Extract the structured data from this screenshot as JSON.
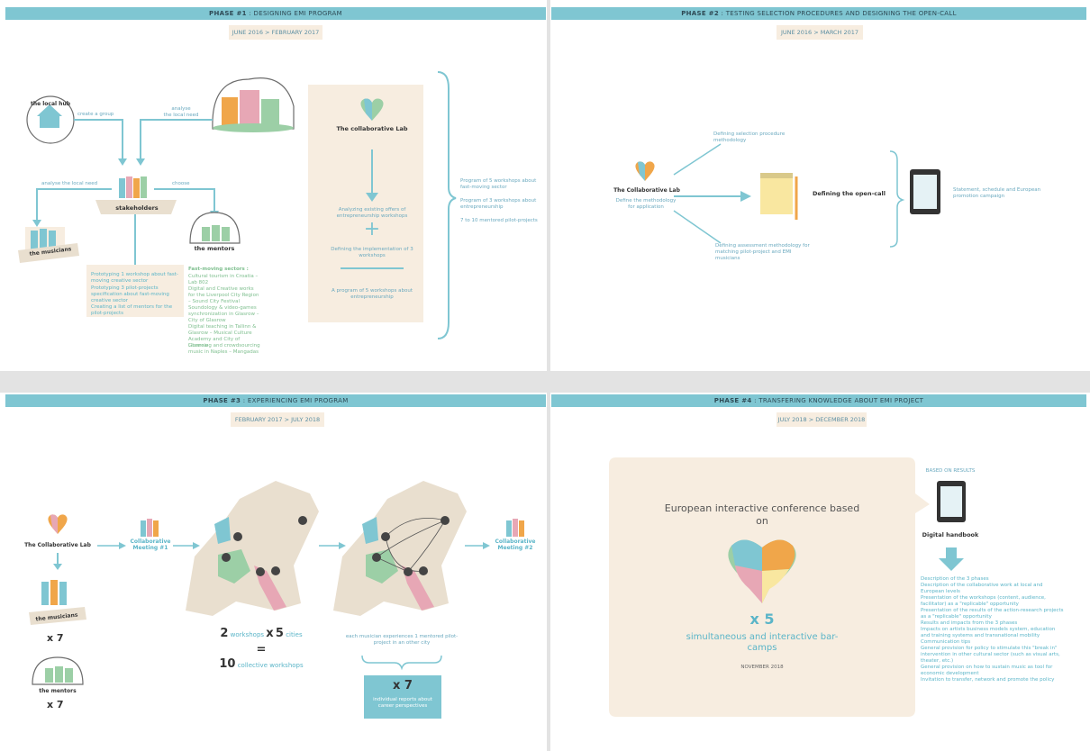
{
  "colors": {
    "teal": "#7fc6d2",
    "cream": "#f7ede0",
    "blue": "#5bb5c8"
  },
  "phase1": {
    "title_bold": "PHASE #1",
    "title_rest": " : DESIGNING EMI PROGRAM",
    "date": "JUNE 2016 > FEBRUARY 2017",
    "local_hub": "the local hub",
    "create_group": "create a group",
    "analyse_need_top": "analyse\nthe local need",
    "analyse_need_left": "analyse the local need",
    "choose": "choose",
    "stakeholders": "stakeholders",
    "musicians": "the musicians",
    "mentors": "the mentors",
    "bullets": [
      "Prototyping 1 workshop about fast-moving creative sector",
      "Prototyping 3 pilot-projects specification about fast-moving creative sector",
      "Creating a list of mentors for the pilot-projects"
    ],
    "sectors_title": "Fast-moving sectors :",
    "sectors": [
      "Cultural tourism in Croatia – Lab 802",
      "Digital and Creative works for the Liverpool City Region – Sound City Festival",
      "Soundology & video-games synchronization in Glasrow – City of Glasrow",
      "Digital teaching in Tallinn & Glasrow – Musical Culture Academy and City of Glasrow",
      "Licensing and crowdsourcing music in Naples – Mangadas"
    ],
    "lab_title": "The collaborative Lab",
    "lab_step1": "Analyzing existing offers of entrepreneurship workshops",
    "plus": "+",
    "lab_step2": "Defining the implementation of 3 workshops",
    "lab_step3": "A program of 5 workshops about entrepreneurship",
    "outputs": [
      "Program of 5 workshops about fast-moving sector",
      "Program of 3 workshops about entrepreneurship",
      "7 to 10 mentored pilot-projects"
    ]
  },
  "phase2": {
    "title_bold": "PHASE #2",
    "title_rest": " : TESTING SELECTION PROCEDURES AND DESIGNING THE OPEN-CALL",
    "date": "JUNE 2016 > MARCH 2017",
    "lab_title": "The Collaborative Lab",
    "lab_sub": "Define the methodology for application",
    "top": "Defining selection procedure methodology",
    "bottom": "Defining assessment methodology for matching pilot-project and EMI musicians",
    "center": "Defining the open-call",
    "right": "Statement, schedule and European promotion campaign"
  },
  "phase3": {
    "title_bold": "PHASE #3",
    "title_rest": " : EXPERIENCING EMI PROGRAM",
    "date": "FEBRUARY 2017 > JULY 2018",
    "lab_title": "The Collaborative Lab",
    "musicians": "the musicians",
    "x7a": "x 7",
    "mentors": "the mentors",
    "x7b": "x 7",
    "meeting1": "Collaborative Meeting #1",
    "meeting2": "Collaborative Meeting #2",
    "eq_n1": "2",
    "eq_w": "workshops",
    "eq_x": "x",
    "eq_n2": "5",
    "eq_c": "cities",
    "eq_equals": "=",
    "eq_n3": "10",
    "eq_cw": "collective workshops",
    "each": "each musician experiences 1 mentored pilot-project in an other city",
    "x7c": "x 7",
    "reports": "individual reports about career perspectives"
  },
  "phase4": {
    "title_bold": "PHASE #4",
    "title_rest": " : TRANSFERING KNOWLEDGE ABOUT EMI PROJECT",
    "date": "JULY 2018 > DECEMBER 2018",
    "conf": "European interactive conference based on",
    "x5": "x 5",
    "barcamps": "simultaneous and interactive bar-camps",
    "nov": "NOVEMBER 2018",
    "based": "BASED ON RESULTS",
    "handbook": "Digital handbook",
    "list": [
      "Description of the 3 phases",
      "Description of the collaborative work at local and European levels",
      "Presentation of the workshops (content, audience, facilitator) as a \"replicable\" opportunity",
      "Presentation of the results of the action-research projects as a \"replicable\" opportunity",
      "Results and impacts from the 3 phases",
      "Impacts on artists business models system, education and training systems and transnational mobility",
      "Communication tips",
      "General provision for policy to stimulate this \"break in\" intervention in other cultural sector (such as visual arts, theater, etc.)",
      "General provision on how to sustain music as tool for economic development",
      "Invitation to transfer, network and promote the policy"
    ]
  }
}
